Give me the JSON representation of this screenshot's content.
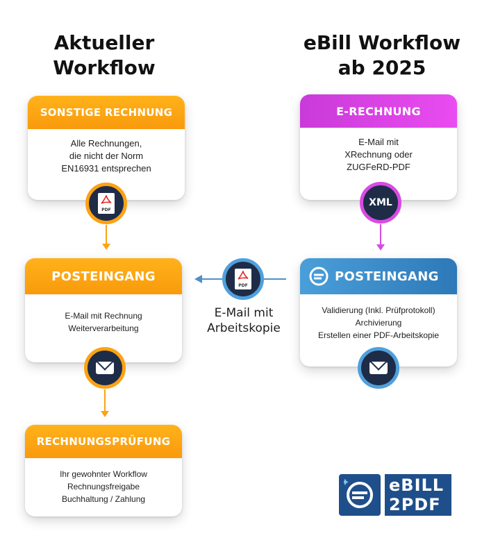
{
  "titles": {
    "left_line1": "Aktueller",
    "left_line2": "Workflow",
    "right_line1": "eBill Workflow",
    "right_line2": "ab 2025"
  },
  "left": {
    "card1": {
      "header": "SONSTIGE RECHNUNG",
      "lines": [
        "Alle Rechnungen,",
        "die nicht der Norm",
        "EN16931 entsprechen"
      ],
      "icon": "pdf-icon"
    },
    "card2": {
      "header": "POSTEINGANG",
      "lines": [
        "E-Mail mit Rechnung",
        "Weiterverarbeitung"
      ],
      "icon": "mail-icon"
    },
    "card3": {
      "header": "RECHNUNGSPRÜFUNG",
      "lines": [
        "Ihr gewohnter Workflow",
        "Rechnungsfreigabe",
        "Buchhaltung / Zahlung"
      ]
    }
  },
  "right": {
    "card1": {
      "header": "E-RECHNUNG",
      "lines": [
        "E-Mail mit",
        "XRechnung oder",
        "ZUGFeRD-PDF"
      ],
      "icon_text": "XML"
    },
    "card2": {
      "header": "POSTEINGANG",
      "lines": [
        "Validierung (Inkl. Prüfprotokoll)",
        "Archivierung",
        "Erstellen einer PDF-Arbeitskopie"
      ],
      "icon": "mail-icon"
    }
  },
  "middle": {
    "pdf_label": "PDF",
    "caption_line1": "E-Mail mit",
    "caption_line2": "Arbeitskopie"
  },
  "logo": {
    "line1": "eBILL",
    "line2": "2PDF"
  },
  "colors": {
    "orange": "#fca214",
    "purple": "#d84be4",
    "blue": "#4fa0dc",
    "navy": "#1e2c48"
  }
}
